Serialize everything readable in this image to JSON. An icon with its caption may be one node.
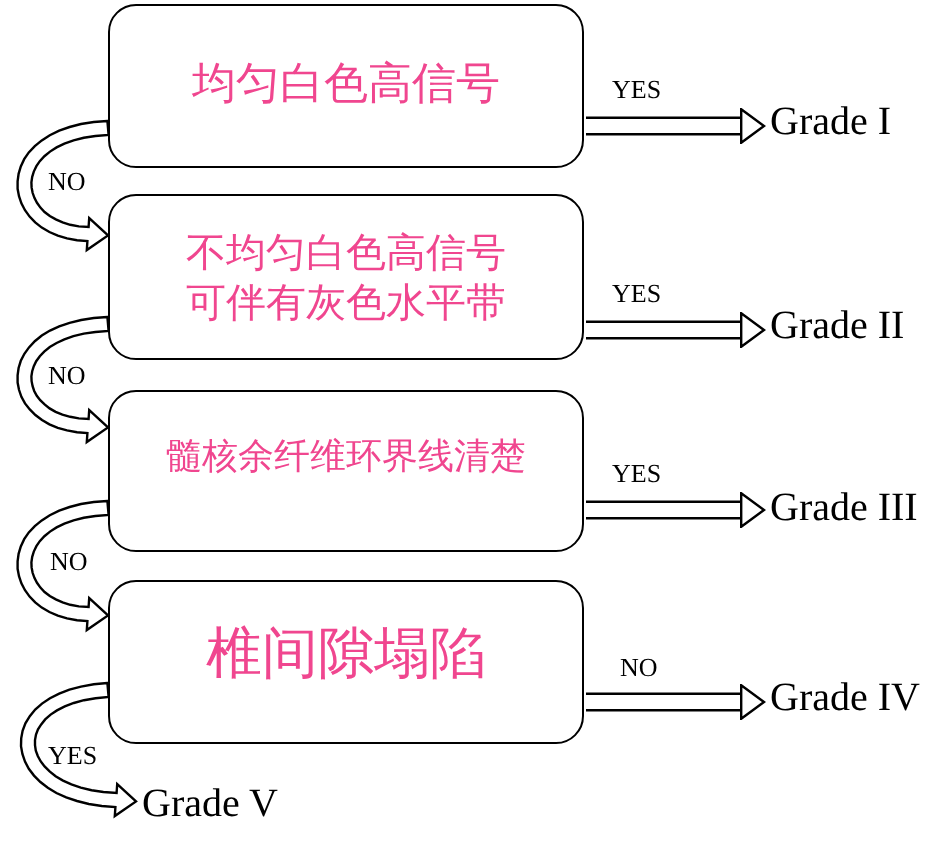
{
  "diagram": {
    "nodes": [
      {
        "text": [
          "均匀白色高信号"
        ]
      },
      {
        "text": [
          "不均匀白色高信号可伴有灰色水平带"
        ]
      },
      {
        "text": [
          "髓核余纤维环界线清楚"
        ]
      },
      {
        "text": [
          "椎间隙塌陷"
        ]
      },
      {
        "text": [
          "Grade I"
        ]
      },
      {
        "text": [
          "Grade II"
        ]
      },
      {
        "text": [
          "Grade III"
        ]
      },
      {
        "text": [
          "Grade IV"
        ]
      },
      {
        "text": [
          "Grade V"
        ]
      }
    ],
    "edges": [
      {
        "from": 0,
        "to": 4,
        "arrow": "to",
        "label": "YES"
      },
      {
        "from": 0,
        "to": 1,
        "arrow": "to",
        "label": "NO"
      },
      {
        "from": 1,
        "to": 5,
        "arrow": "to",
        "label": "YES"
      },
      {
        "from": 1,
        "to": 2,
        "arrow": "to",
        "label": "NO"
      },
      {
        "from": 2,
        "to": 6,
        "arrow": "to",
        "label": "YES"
      },
      {
        "from": 2,
        "to": 3,
        "arrow": "to",
        "label": "NO"
      },
      {
        "from": 3,
        "to": 7,
        "arrow": "to",
        "label": "NO"
      },
      {
        "from": 3,
        "to": 8,
        "arrow": "to",
        "label": "YES"
      }
    ]
  }
}
